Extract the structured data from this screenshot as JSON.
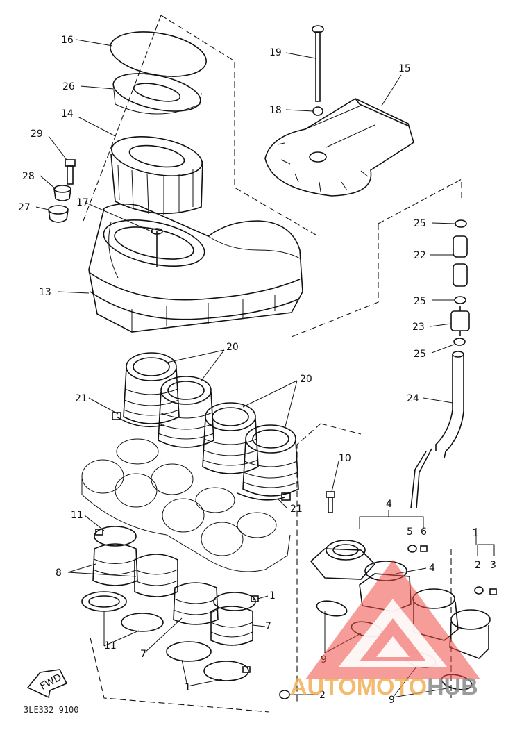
{
  "callouts": {
    "c16": "16",
    "c26": "26",
    "c14": "14",
    "c29": "29",
    "c28": "28",
    "c27": "27",
    "c17": "17",
    "c13": "13",
    "c19": "19",
    "c18": "18",
    "c15": "15",
    "c25a": "25",
    "c22": "22",
    "c25b": "25",
    "c23": "23",
    "c25c": "25",
    "c24": "24",
    "c20a": "20",
    "c20b": "20",
    "c21a": "21",
    "c21b": "21",
    "c10": "10",
    "c11a": "11",
    "c11b": "11",
    "c8": "8",
    "c7a": "7",
    "c7b": "7",
    "c1a": "1",
    "c1b": "1",
    "c1c": "1",
    "c4a": "4",
    "c4b": "4",
    "c5": "5",
    "c6": "6",
    "c2a": "2",
    "c2b": "2",
    "c3": "3",
    "c9a": "9",
    "c9b": "9"
  },
  "fwd_label": "FWD",
  "drawing_code": "3LE332 9100",
  "watermark": {
    "brand_part1": "AUTOMOTO",
    "brand_part2": "HUB",
    "color_part1": "#f2a94a",
    "color_part2": "#8a8a8a",
    "logo_color": "#ee4a45"
  }
}
